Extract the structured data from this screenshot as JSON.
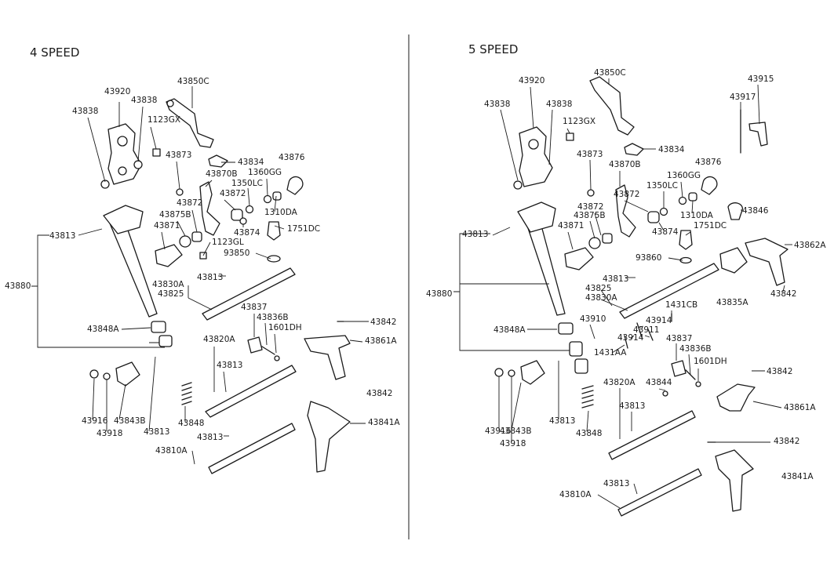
{
  "panels": {
    "left": {
      "title": "4 SPEED",
      "labels": [
        "43920",
        "43850C",
        "43838",
        "43838",
        "1123GX",
        "43873",
        "43834",
        "43876",
        "43870B",
        "1360GG",
        "1350LC",
        "43872",
        "43872",
        "1310DA",
        "43875B",
        "43871",
        "1123GL",
        "43874",
        "1751DC",
        "93850",
        "43813",
        "43880",
        "43830A",
        "43825",
        "43813",
        "43837",
        "43836B",
        "1601DH",
        "43848A",
        "43820A",
        "43813",
        "43842",
        "43861A",
        "43842",
        "43916",
        "43843B",
        "43918",
        "43813",
        "43848",
        "43841A",
        "43813",
        "43810A"
      ]
    },
    "right": {
      "title": "5 SPEED",
      "labels": [
        "43920",
        "43850C",
        "43915",
        "43838",
        "43838",
        "1123GX",
        "43917",
        "43834",
        "43873",
        "43876",
        "43870B",
        "1360GG",
        "43872",
        "1350LC",
        "43872",
        "43846",
        "1310DA",
        "43875B",
        "43874",
        "1751DC",
        "43871",
        "43813",
        "43862A",
        "93860",
        "43813",
        "43825",
        "43880",
        "43830A",
        "43842",
        "43835A",
        "1431CB",
        "43910",
        "43914",
        "43911",
        "43848A",
        "43914",
        "43837",
        "1431AA",
        "43836B",
        "1601DH",
        "43842",
        "43844",
        "43820A",
        "43813",
        "43861A",
        "43813",
        "43916",
        "43843B",
        "43848",
        "43842",
        "43918",
        "43841A",
        "43813",
        "43810A"
      ]
    }
  }
}
